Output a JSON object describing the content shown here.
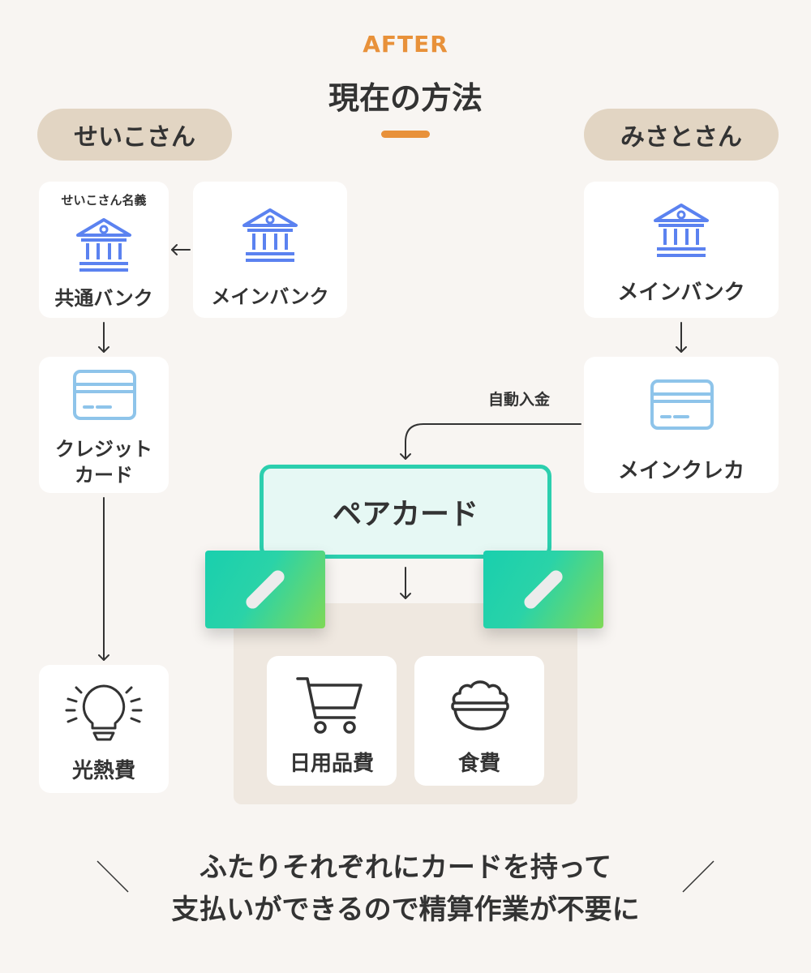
{
  "header": {
    "tag": "AFTER",
    "title": "現在の方法"
  },
  "left_person": {
    "name": "せいこさん"
  },
  "right_person": {
    "name": "みさとさん"
  },
  "nodes": {
    "joint_bank_owner": "せいこさん名義",
    "joint_bank": "共通バンク",
    "left_main_bank": "メインバンク",
    "credit_card_line1": "クレジット",
    "credit_card_line2": "カード",
    "utilities": "光熱費",
    "right_main_bank": "メインバンク",
    "main_credit": "メインクレカ",
    "pair_card": "ペアカード",
    "daily_goods": "日用品費",
    "food": "食費"
  },
  "edges": {
    "auto_deposit": "自動入金"
  },
  "footer": {
    "line1": "ふたりそれぞれにカードを持って",
    "line2": "支払いができるので精算作業が不要に"
  },
  "colors": {
    "accent": "#e8913a",
    "person_pill": "#e2d5c3",
    "bank_icon": "#5b82f0",
    "card_icon": "#8ec4ea",
    "pair_border": "#2ccfae",
    "pair_fill": "#e6f8f4",
    "tray": "#efe8e0"
  },
  "icons": [
    "bank-icon",
    "credit-card-icon",
    "lightbulb-icon",
    "shopping-cart-icon",
    "rice-bowl-icon",
    "arrow-icon"
  ]
}
